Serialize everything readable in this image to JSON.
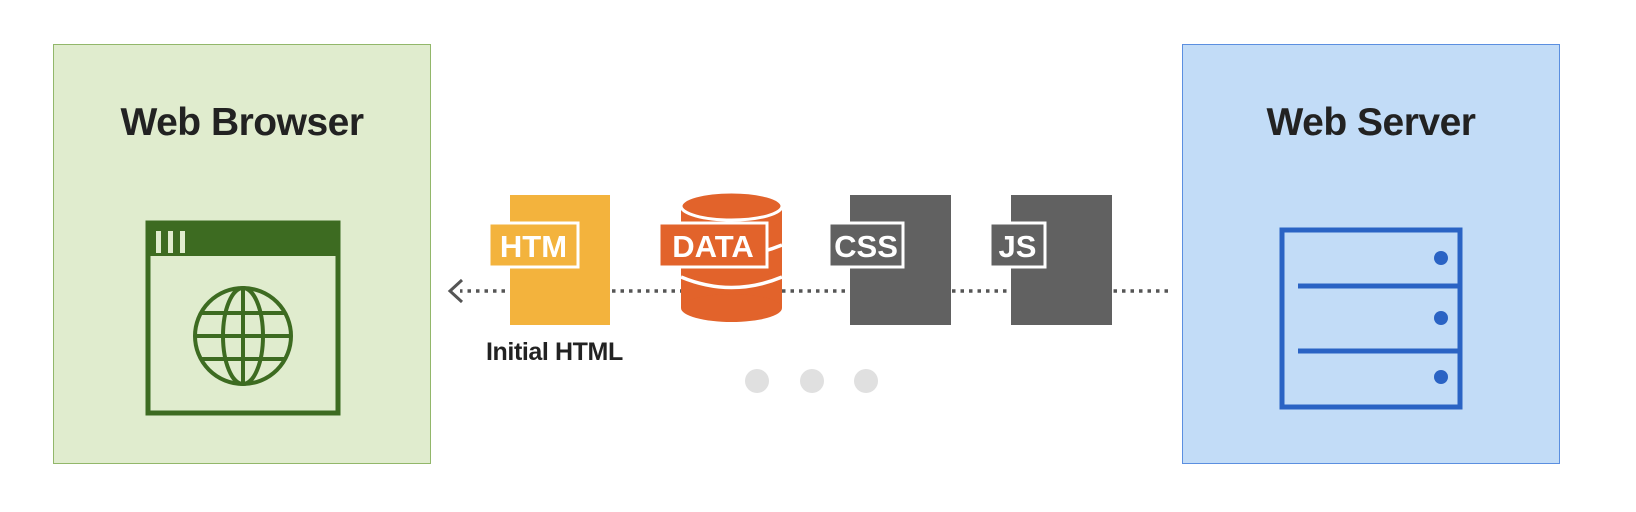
{
  "browser": {
    "title": "Web Browser"
  },
  "server": {
    "title": "Web Server"
  },
  "resources": {
    "html": {
      "tag": "HTM",
      "color": "#f3b33d",
      "caption": "Initial HTML"
    },
    "data": {
      "tag": "DATA",
      "color": "#e2632b"
    },
    "css": {
      "tag": "CSS",
      "color": "#616161"
    },
    "js": {
      "tag": "JS",
      "color": "#616161"
    }
  },
  "colors": {
    "browser_fill": "#e0ecce",
    "browser_icon": "#3d6b21",
    "server_fill": "#c2dcf7",
    "server_icon": "#2a63c4",
    "connector": "#555555",
    "ellipsis_dots": "#e0e0e0"
  },
  "icons": {
    "browser": "browser-window-globe-icon",
    "server": "server-rack-icon",
    "arrow": "dotted-arrow-left-icon",
    "ellipsis": "ellipsis-dots-icon"
  }
}
